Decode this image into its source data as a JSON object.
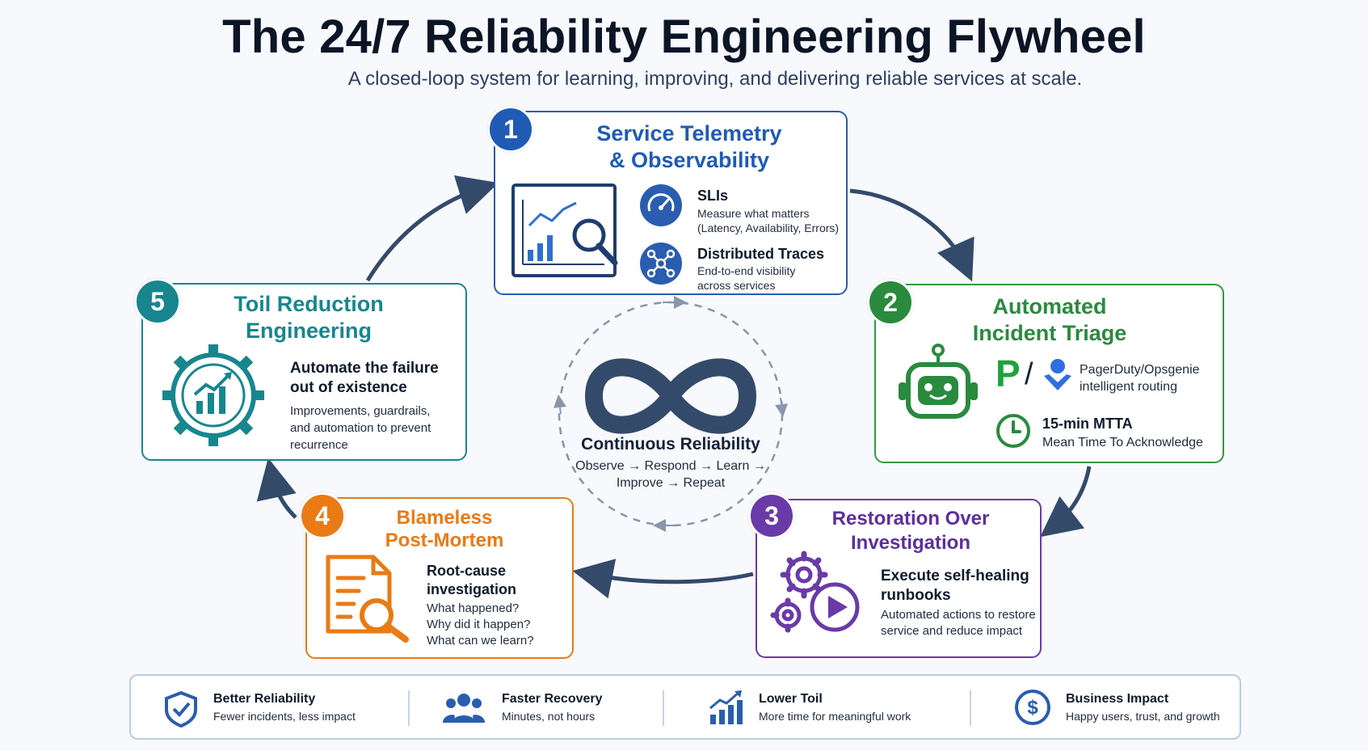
{
  "header": {
    "title": "The 24/7 Reliability Engineering Flywheel",
    "subtitle": "A closed-loop system for learning, improving, and delivering reliable services at scale."
  },
  "colors": {
    "blue": "#1f5bb5",
    "green": "#2a8a3e",
    "purple": "#6a3aa8",
    "orange": "#ea7a14",
    "teal": "#17868f",
    "navy": "#344a6b"
  },
  "stages": {
    "s1": {
      "number": "1",
      "title_line1": "Service Telemetry",
      "title_line2": "& Observability",
      "item1_head": "SLIs",
      "item1_desc1": "Measure what matters",
      "item1_desc2": "(Latency, Availability, Errors)",
      "item2_head": "Distributed Traces",
      "item2_desc1": "End-to-end visibility",
      "item2_desc2": "across services"
    },
    "s2": {
      "number": "2",
      "title_line1": "Automated",
      "title_line2": "Incident Triage",
      "item1_desc1": "PagerDuty/Opsgenie",
      "item1_desc2": "intelligent routing",
      "item2_head": "15-min MTTA",
      "item2_desc": "Mean Time To Acknowledge",
      "p_glyph": "P",
      "slash": "/"
    },
    "s3": {
      "number": "3",
      "title_line1": "Restoration Over",
      "title_line2": "Investigation",
      "head1": "Execute self-healing",
      "head2": "runbooks",
      "desc1": "Automated actions to restore",
      "desc2": "service and reduce impact"
    },
    "s4": {
      "number": "4",
      "title_line1": "Blameless",
      "title_line2": "Post-Mortem",
      "head1": "Root-cause",
      "head2": "investigation",
      "q1": "What happened?",
      "q2": "Why did it happen?",
      "q3": "What can we learn?"
    },
    "s5": {
      "number": "5",
      "title_line1": "Toil Reduction",
      "title_line2": "Engineering",
      "head1": "Automate the failure",
      "head2": "out of existence",
      "desc1": "Improvements, guardrails,",
      "desc2": "and automation to prevent",
      "desc3": "recurrence"
    }
  },
  "center": {
    "title": "Continuous Reliability",
    "line1": "Observe → Respond → Learn →",
    "line2": "Improve → Repeat"
  },
  "footer": {
    "items": [
      {
        "icon": "shield-check-icon",
        "head": "Better Reliability",
        "desc": "Fewer incidents, less impact"
      },
      {
        "icon": "people-icon",
        "head": "Faster Recovery",
        "desc": "Minutes, not hours"
      },
      {
        "icon": "trend-bars-icon",
        "head": "Lower Toil",
        "desc": "More time for meaningful work"
      },
      {
        "icon": "dollar-coin-icon",
        "head": "Business Impact",
        "desc": "Happy users, trust, and growth"
      }
    ]
  }
}
